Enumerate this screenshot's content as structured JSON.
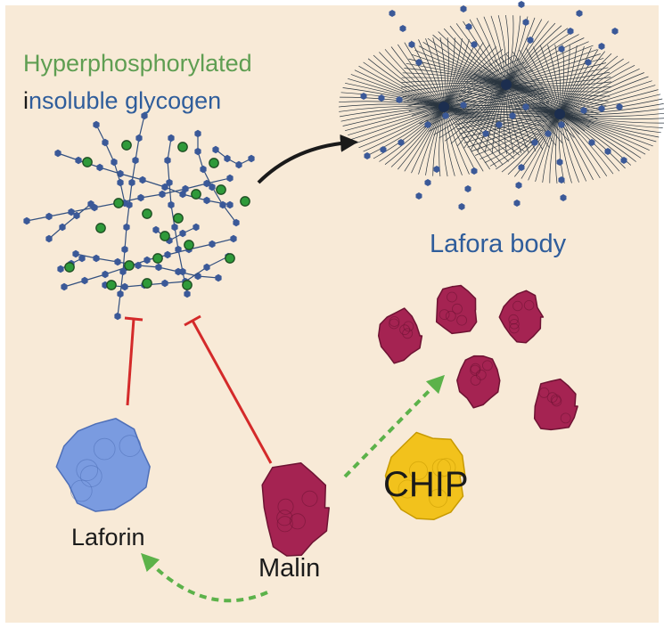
{
  "labels": {
    "title_line1": "Hyperphosphorylated",
    "title_line2_first": "i",
    "title_line2_rest": "nsoluble glycogen",
    "lafora_body": "Lafora body",
    "laforin": "Laforin",
    "malin": "Malin",
    "chip": "CHIP"
  },
  "colors": {
    "background": "#f8ead7",
    "frame": "#e0e0e0",
    "glycogen_unit": "#3b5998",
    "phosphate": "#2f9a3a",
    "inhibition": "#d42a2a",
    "arrow_dashed": "#5cb24a",
    "malin": "#a52352",
    "laforin": "#7a9be0",
    "chip": "#f2c21c"
  },
  "icons": [
    "glycogen-molecule-icon",
    "lafora-body-icon",
    "laforin-protein-icon",
    "malin-protein-icon",
    "chip-protein-icon"
  ]
}
